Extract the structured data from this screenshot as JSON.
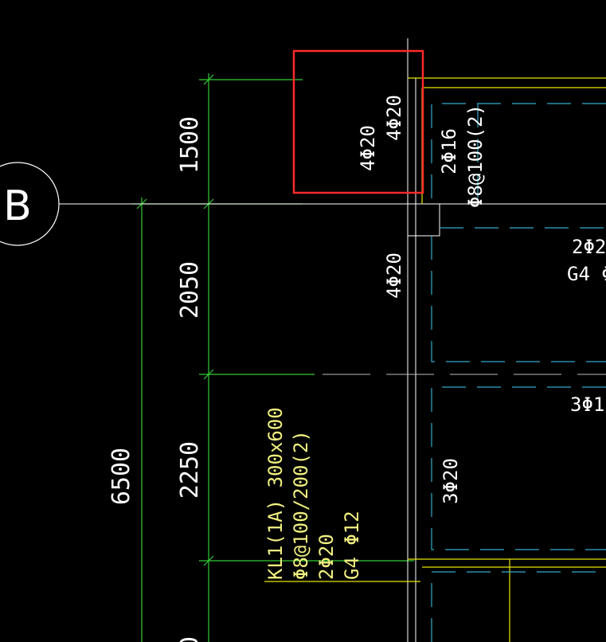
{
  "colors": {
    "background": "#000000",
    "dimension_line": "#33cc33",
    "axis_line": "#ffffff",
    "beam_line": "#e6e600",
    "dashed_beam": "#33aacc",
    "highlight_box": "#ff2a2a",
    "text_white": "#ffffff",
    "text_yellow": "#f0f080"
  },
  "axis": {
    "label": "B"
  },
  "dimensions": {
    "d1": "1500",
    "d2": "2050",
    "d3": "2250",
    "total": "6500",
    "partial": "0"
  },
  "rebar": {
    "col_a": "4Φ20",
    "col_b": "4Φ20",
    "col_c": "4Φ20",
    "col_d": "3Φ20",
    "beam_top": "2Φ16",
    "stirrup_top": "Φ8@100(2)",
    "side_a": "2Φ2",
    "side_b": "G4 Φ",
    "side_c": "3Φ1"
  },
  "beam_label": {
    "name": "KL1(1A) 300x600",
    "stirrup": "Φ8@100/200(2)",
    "top_bar": "2Φ20",
    "side_bar": "G4 Φ12"
  }
}
